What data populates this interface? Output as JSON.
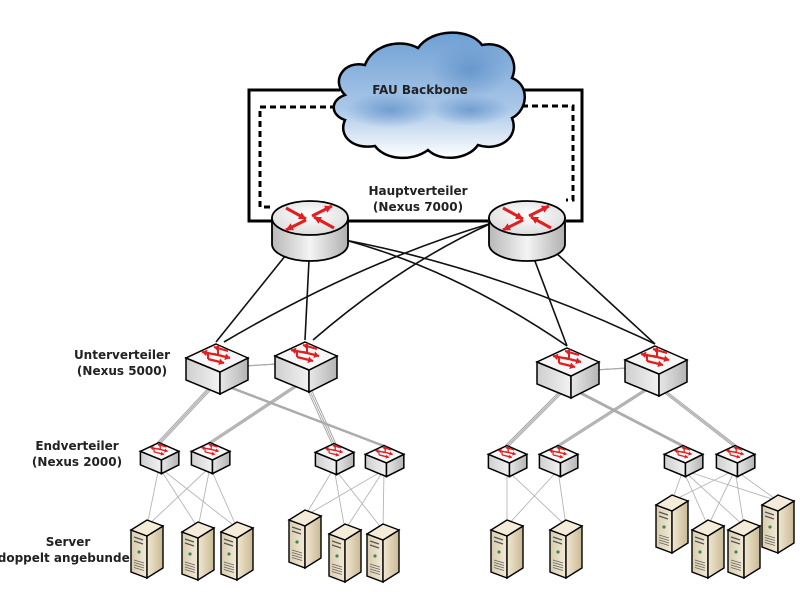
{
  "cloud": {
    "label": "FAU Backbone"
  },
  "tiers": {
    "core": {
      "label_line1": "Hauptverteiler",
      "label_line2": "(Nexus 7000)",
      "device": "router",
      "count": 2
    },
    "distribution": {
      "label_line1": "Unterverteiler",
      "label_line2": "(Nexus 5000)",
      "device": "switch",
      "count": 4
    },
    "access": {
      "label_line1": "Endverteiler",
      "label_line2": "(Nexus 2000)",
      "device": "switch",
      "count": 8
    },
    "servers": {
      "label_line1": "Server",
      "label_line2": "(doppelt angebunden)",
      "device": "server",
      "count": 12
    }
  },
  "colors": {
    "arrow_red": "#e02020",
    "cloud_blue": "#7aa6d6",
    "server_beige": "#e8dcc0",
    "link_black": "#111111",
    "link_grey": "#bbbbbb"
  }
}
